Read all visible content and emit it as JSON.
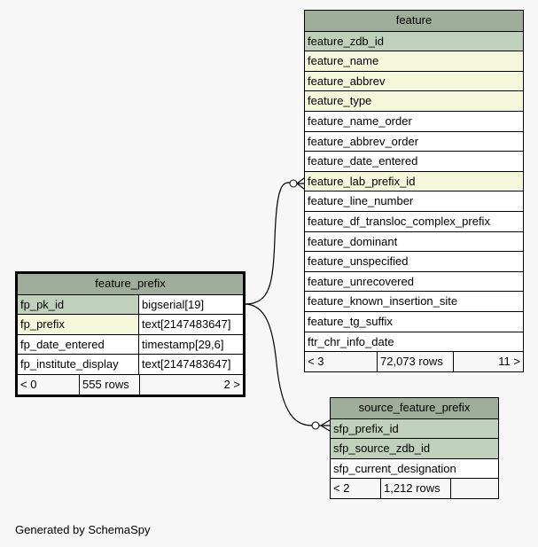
{
  "tables": {
    "feature": {
      "name": "feature",
      "columns": [
        {
          "name": "feature_zdb_id",
          "kind": "pk"
        },
        {
          "name": "feature_name",
          "kind": "fk"
        },
        {
          "name": "feature_abbrev",
          "kind": "fk"
        },
        {
          "name": "feature_type",
          "kind": "fk"
        },
        {
          "name": "feature_name_order",
          "kind": ""
        },
        {
          "name": "feature_abbrev_order",
          "kind": ""
        },
        {
          "name": "feature_date_entered",
          "kind": ""
        },
        {
          "name": "feature_lab_prefix_id",
          "kind": "fk"
        },
        {
          "name": "feature_line_number",
          "kind": ""
        },
        {
          "name": "feature_df_transloc_complex_prefix",
          "kind": ""
        },
        {
          "name": "feature_dominant",
          "kind": ""
        },
        {
          "name": "feature_unspecified",
          "kind": ""
        },
        {
          "name": "feature_unrecovered",
          "kind": ""
        },
        {
          "name": "feature_known_insertion_site",
          "kind": ""
        },
        {
          "name": "feature_tg_suffix",
          "kind": ""
        },
        {
          "name": "ftr_chr_info_date",
          "kind": ""
        }
      ],
      "footer": {
        "parents": "< 3",
        "rows": "72,073 rows",
        "children": "11 >"
      }
    },
    "feature_prefix": {
      "name": "feature_prefix",
      "columns": [
        {
          "name": "fp_pk_id",
          "type": "bigserial[19]",
          "kind": "pk"
        },
        {
          "name": "fp_prefix",
          "type": "text[2147483647]",
          "kind": "fk"
        },
        {
          "name": "fp_date_entered",
          "type": "timestamp[29,6]",
          "kind": ""
        },
        {
          "name": "fp_institute_display",
          "type": "text[2147483647]",
          "kind": ""
        }
      ],
      "footer": {
        "parents": "< 0",
        "rows": "555 rows",
        "children": "2 >"
      }
    },
    "source_feature_prefix": {
      "name": "source_feature_prefix",
      "columns": [
        {
          "name": "sfp_prefix_id",
          "kind": "pk"
        },
        {
          "name": "sfp_source_zdb_id",
          "kind": "pk"
        },
        {
          "name": "sfp_current_designation",
          "kind": ""
        }
      ],
      "footer": {
        "parents": "< 2",
        "rows": "1,212 rows",
        "children": ""
      }
    }
  },
  "credit": "Generated by SchemaSpy"
}
